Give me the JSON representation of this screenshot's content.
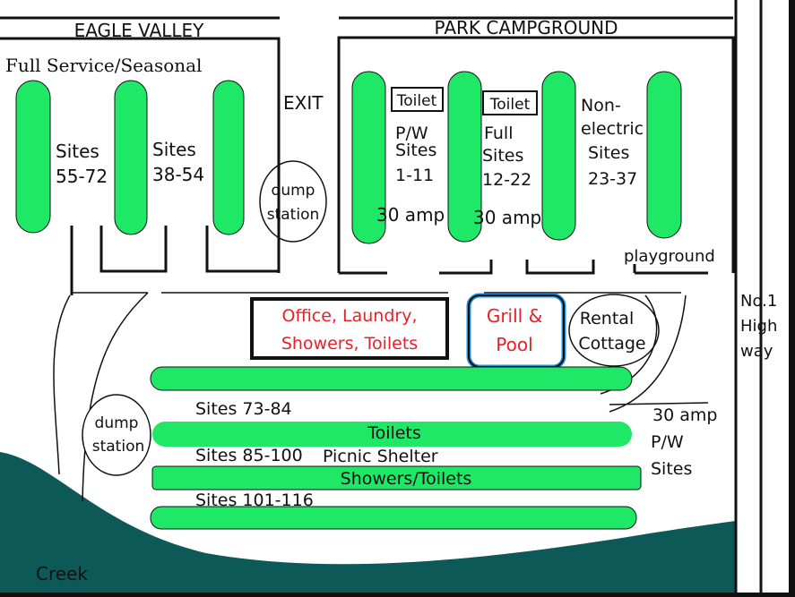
{
  "colors": {
    "site_green": "#1fe866",
    "creek": "#0d5957",
    "label_red": "#e8202a",
    "pool_blue": "#1d8fe0"
  },
  "eagle_valley": {
    "title": "EAGLE VALLEY",
    "subtitle": "Full Service/Seasonal",
    "exit": "EXIT",
    "rows": [
      {
        "line1": "Sites",
        "line2": "55-72"
      },
      {
        "line1": "Sites",
        "line2": "38-54"
      }
    ],
    "dump_station": {
      "line1": "dump",
      "line2": "station"
    }
  },
  "park_campground": {
    "title": "PARK CAMPGROUND",
    "toilet1": "Toilet",
    "toilet2": "Toilet",
    "rows": [
      {
        "line1": "P/W",
        "line2": "Sites",
        "line3": "1-11",
        "amp": "30 amp"
      },
      {
        "line1": "Full",
        "line2": "Sites",
        "line3": "12-22",
        "amp": "30 amp"
      },
      {
        "line1": "Non-",
        "line2": "electric",
        "line3": "Sites",
        "line4": "23-37"
      }
    ],
    "playground": "playground"
  },
  "lower": {
    "office": {
      "line1": "Office, Laundry,",
      "line2": "Showers, Toilets"
    },
    "grill": {
      "line1": "Grill &",
      "line2": "Pool"
    },
    "rental": {
      "line1": "Rental",
      "line2": "Cottage"
    },
    "dump_station": {
      "line1": "dump",
      "line2": "station"
    },
    "sites_73_84": "Sites 73-84",
    "toilets": "Toilets",
    "sites_85_100": "Sites 85-100",
    "picnic": "Picnic Shelter",
    "showers_toilets": "Showers/Toilets",
    "sites_101_116": "Sites 101-116",
    "pw_sites": {
      "line1": "30 amp",
      "line2": "P/W",
      "line3": "Sites"
    },
    "creek": "Creek"
  },
  "highway": {
    "line1": "No.1",
    "line2": "High",
    "line3": "way"
  }
}
